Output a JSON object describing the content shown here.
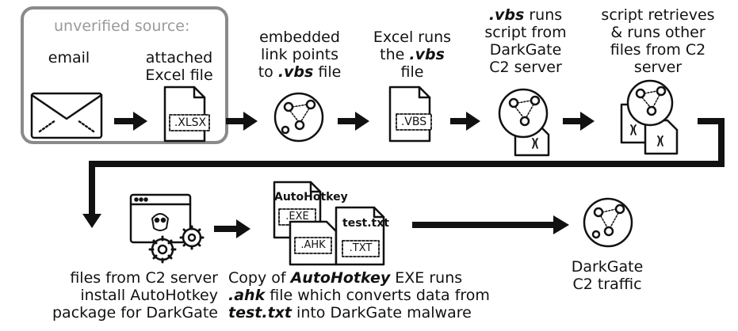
{
  "source_box": {
    "title": "unverified source:"
  },
  "steps": [
    {
      "id": "email",
      "label_lines": [
        "email"
      ]
    },
    {
      "id": "excel",
      "label_lines": [
        "attached",
        "Excel file"
      ],
      "file_ext": ".XLSX"
    },
    {
      "id": "link",
      "label_prefix": "embedded",
      "label_line2": "link points",
      "label_em": ".vbs",
      "label_suffix": " file"
    },
    {
      "id": "excel-runs",
      "line1": "Excel runs",
      "line2_pre": "the ",
      "line2_em": ".vbs",
      "line3": "file",
      "file_ext": ".VBS"
    },
    {
      "id": "vbs-runs",
      "line1_em": ".vbs",
      "line1_post": " runs",
      "line2": "script from",
      "line3": "DarkGate",
      "line4": "C2 server"
    },
    {
      "id": "retrieve",
      "label_lines": [
        "script retrieves",
        "& runs other",
        "files from C2",
        "server"
      ]
    }
  ],
  "row2": {
    "install": {
      "label_lines": [
        "files from C2 server",
        "install AutoHotkey",
        "package for DarkGate"
      ]
    },
    "files": {
      "autohotkey": "AutoHotkey",
      "exe": ".EXE",
      "ahk": ".AHK",
      "testtxt_name": "test.txt",
      "txt": ".TXT"
    },
    "copy": {
      "l1_pre": "Copy of ",
      "l1_em": "AutoHotkey",
      "l1_post": " EXE runs",
      "l2_em": ".ahk",
      "l2_post": " file which converts data from",
      "l3_em": "test.txt",
      "l3_post": " into DarkGate malware"
    },
    "c2": {
      "label_lines": [
        "DarkGate",
        "C2 traffic"
      ]
    }
  },
  "colors": {
    "ink": "#111111",
    "box_border": "#8a8a8a",
    "muted_text": "#9a9a9a"
  }
}
